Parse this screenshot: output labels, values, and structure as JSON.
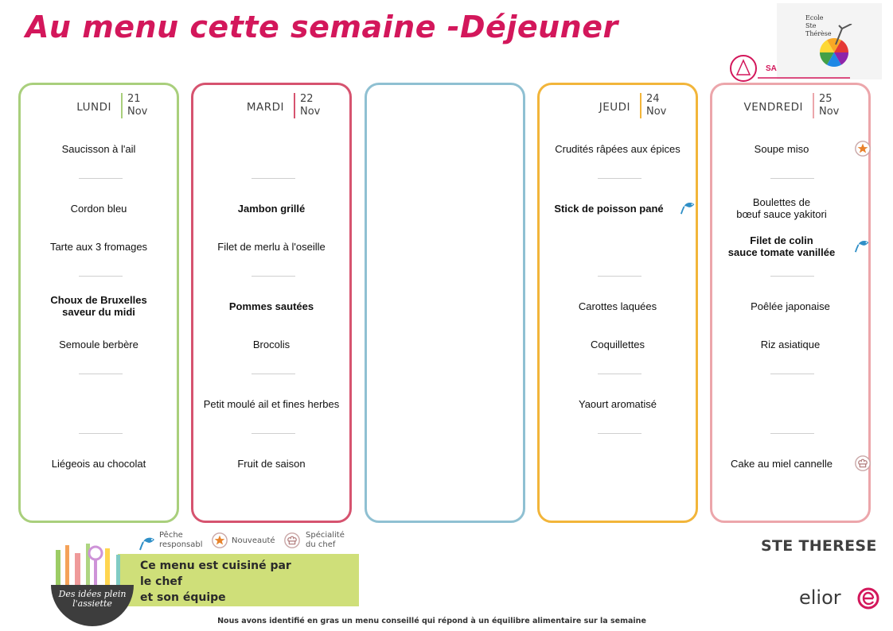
{
  "header": {
    "title": "Au menu cette semaine -Déjeuner"
  },
  "school_logo": {
    "line1": "Ecole",
    "line2": "Ste Thérèse"
  },
  "seasonal_badge": {
    "text": "SA"
  },
  "days": [
    {
      "name": "LUNDI",
      "day_num": "21",
      "month": "Nov",
      "color": "#a9cf7c",
      "dishes": [
        {
          "label": "Saucisson à l'ail",
          "bold": false
        },
        {
          "label": "Cordon bleu",
          "bold": false
        },
        {
          "label": "Tarte aux 3 fromages",
          "bold": false
        },
        {
          "label": "Choux de Bruxelles saveur du midi",
          "line1": "Choux de Bruxelles",
          "line2": "saveur du midi",
          "bold": true
        },
        {
          "label": "Semoule berbère",
          "bold": false
        },
        {
          "label": "Liégeois au chocolat",
          "bold": false
        }
      ]
    },
    {
      "name": "MARDI",
      "day_num": "22",
      "month": "Nov",
      "color": "#d6536f",
      "dishes": [
        {
          "label": "Jambon grillé",
          "bold": true
        },
        {
          "label": "Filet de merlu à l'oseille",
          "bold": false
        },
        {
          "label": "Pommes sautées",
          "bold": true
        },
        {
          "label": "Brocolis",
          "bold": false
        },
        {
          "label": "Petit moulé ail et fines herbes",
          "bold": false
        },
        {
          "label": "Fruit de saison",
          "bold": false
        }
      ]
    },
    {
      "name": "",
      "day_num": "",
      "month": "",
      "color": "#8fc0d2",
      "dishes": []
    },
    {
      "name": "JEUDI",
      "day_num": "24",
      "month": "Nov",
      "color": "#f2b53a",
      "dishes": [
        {
          "label": "Crudités râpées aux épices",
          "bold": false
        },
        {
          "label": "Stick de poisson pané",
          "bold": true,
          "icon": "fish-icon"
        },
        {
          "label": "Carottes laquées",
          "bold": false
        },
        {
          "label": "Coquillettes",
          "bold": false
        },
        {
          "label": "Yaourt aromatisé",
          "bold": false
        }
      ]
    },
    {
      "name": "VENDREDI",
      "day_num": "25",
      "month": "Nov",
      "color": "#eca6ab",
      "dishes": [
        {
          "label": "Soupe miso",
          "bold": false,
          "icon": "star-badge-icon"
        },
        {
          "label": "Boulettes de bœuf sauce yakitori",
          "line1": "Boulettes de",
          "line2": "bœuf sauce yakitori",
          "bold": false
        },
        {
          "label": "Filet de colin sauce tomate vanillée",
          "line1": "Filet de colin",
          "line2": "sauce tomate vanillée",
          "bold": true,
          "icon": "fish-icon"
        },
        {
          "label": "Poêlée japonaise",
          "bold": false
        },
        {
          "label": "Riz asiatique",
          "bold": false
        },
        {
          "label": "Cake au miel cannelle",
          "bold": false,
          "icon": "chef-hat-icon"
        }
      ]
    }
  ],
  "legend": {
    "peche": {
      "line1": "Pêche",
      "line2": "responsabl"
    },
    "nouveaute": "Nouveauté",
    "specialite": {
      "line1": "Spécialité",
      "line2": "du chef"
    }
  },
  "promo": {
    "line1": "Ce menu est cuisiné par",
    "line2": "le chef",
    "line3": "et son équipe",
    "badge_line1": "Des idées plein",
    "badge_line2": "l'assiette"
  },
  "brand": {
    "school_name": "STE THERESE",
    "caterer": "elior"
  },
  "footer": {
    "note": "Nous avons identifié en gras un menu conseillé qui répond à un équilibre alimentaire sur la semaine"
  },
  "colors": {
    "accent": "#d3175b",
    "promo_green": "#cfdf79",
    "fish_blue": "#2f8fc7",
    "star_orange": "#e8822b"
  }
}
